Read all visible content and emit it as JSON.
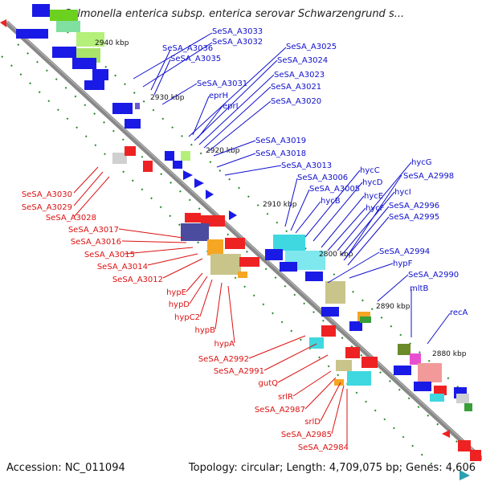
{
  "title": "Salmonella enterica subsp. enterica serovar Schwarzengrund s...",
  "footer": {
    "accession": "Accession: NC_011094",
    "topology": "Topology: circular; Length: 4,709,075 bp; Genes: 4,606"
  },
  "ticks": [
    "2940 kbp",
    "2930 kbp",
    "2920 kbp",
    "2910 kbp",
    "2800 kbp",
    "2890 kbp",
    "2880 kbp"
  ],
  "blue_labels": [
    "SeSA_A3033",
    "SeSA_A3032",
    "SeSA_A3036",
    "SeSA_A3035",
    "SeSA_A3025",
    "SeSA_A3024",
    "SeSA_A3023",
    "SeSA_A3031",
    "SeSA_A3021",
    "eprH",
    "SeSA_A3020",
    "eprI",
    "SeSA_A3019",
    "SeSA_A3018",
    "SeSA_A3013",
    "hycG",
    "SeSA_A3006",
    "hycC",
    "SeSA_A2998",
    "SeSA_A3005",
    "hycD",
    "hycB",
    "hycE",
    "hycI",
    "hycF",
    "SeSA_A2996",
    "SeSA_A2995",
    "SeSA_A2994",
    "hypF",
    "SeSA_A2990",
    "mltB",
    "recA"
  ],
  "red_labels": [
    "SeSA_A3030",
    "SeSA_A3029",
    "SeSA_A3028",
    "SeSA_A3017",
    "SeSA_A3016",
    "SeSA_A3015",
    "SeSA_A3014",
    "SeSA_A3012",
    "hypE",
    "hypD",
    "hypC2",
    "hypB",
    "hypA",
    "SeSA_A2992",
    "SeSA_A2991",
    "gutQ",
    "srlR",
    "SeSA_A2987",
    "srlD",
    "SeSA_A2985",
    "SeSA_A2984"
  ]
}
